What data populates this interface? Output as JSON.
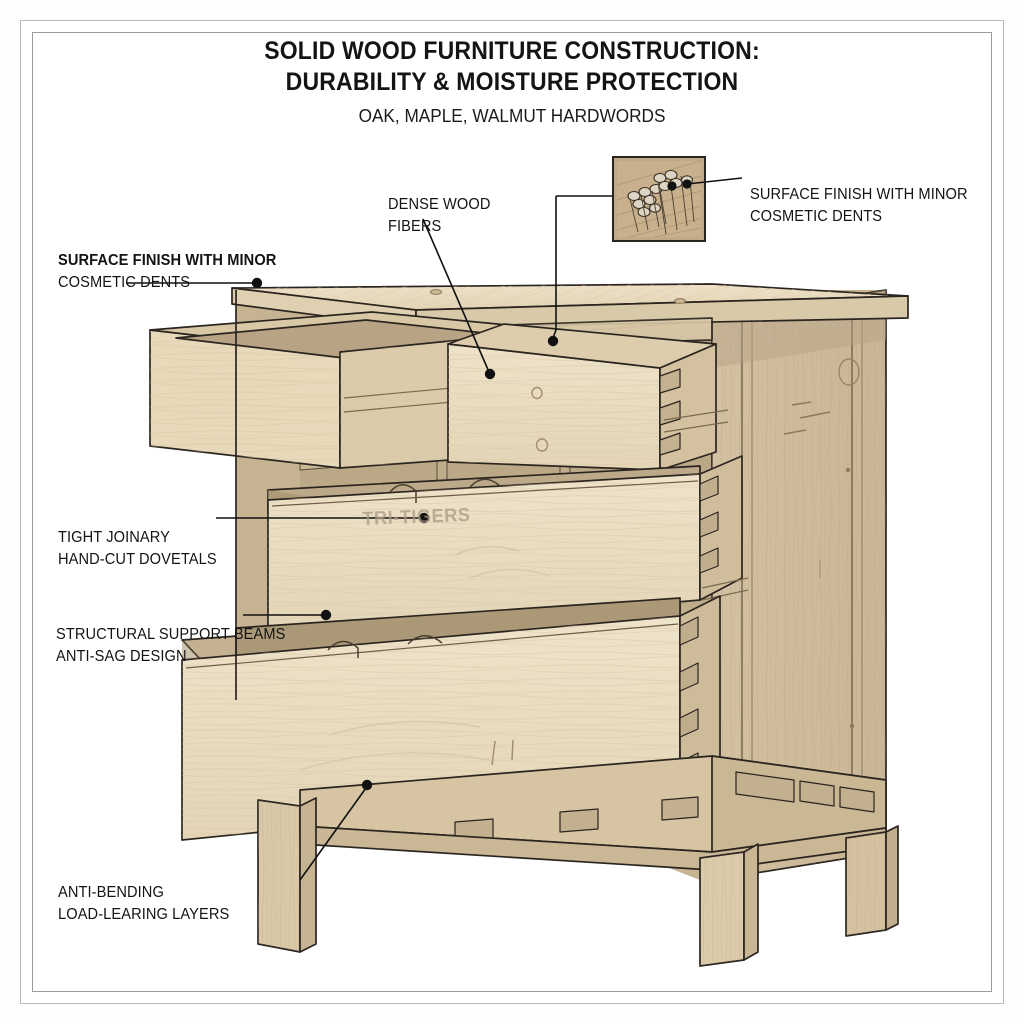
{
  "document": {
    "title_line1": "SOLID WOOD FURNITURE CONSTRUCTION:",
    "title_line2": "DURABILITY & MOISTURE PROTECTION",
    "subtitle": "OAK, MAPLE, WALMUT HARDWORDS"
  },
  "callouts": [
    {
      "id": "surface-finish-left",
      "line1": "SURFACE FINISH WITH MINOR",
      "line2": "COSMETIC DENTS",
      "bold_first_line": true
    },
    {
      "id": "dense-wood-fibers",
      "line1": "DENSE WOOD",
      "line2": "FIBERS",
      "bold_first_line": false
    },
    {
      "id": "surface-finish-right",
      "line1": "SURFACE FINISH WITH MINOR",
      "line2": "COSMETIC DENTS",
      "bold_first_line": false
    },
    {
      "id": "tight-joinery",
      "line1": "TIGHT JOINARY",
      "line2": "HAND-CUT DOVETALS",
      "bold_first_line": false
    },
    {
      "id": "structural-support",
      "line1": "STRUCTURAL SUPPORT BEAMS",
      "line2": " ANTI-SAG DESIGN",
      "bold_first_line": false
    },
    {
      "id": "anti-bending",
      "line1": "ANTI-BENDING",
      "line2": "LOAD-LEARING LAYERS",
      "bold_first_line": false
    }
  ],
  "artwork": {
    "subject": "solid wood dresser cutaway with open drawers",
    "watermark_text": "TRI-TIGERS",
    "inset_caption": "wood fiber bundle end grain detail"
  },
  "colors": {
    "wood_light": "#ecdfc4",
    "wood_mid": "#ded0b0",
    "wood_dark": "#cdbb9c",
    "wood_shadow": "#b9a586",
    "wood_deep_shadow": "#a08d71",
    "inset_bg": "#c0aa86",
    "outline": "#2b2520",
    "frame": "#b9b9b9",
    "text": "#141414"
  }
}
